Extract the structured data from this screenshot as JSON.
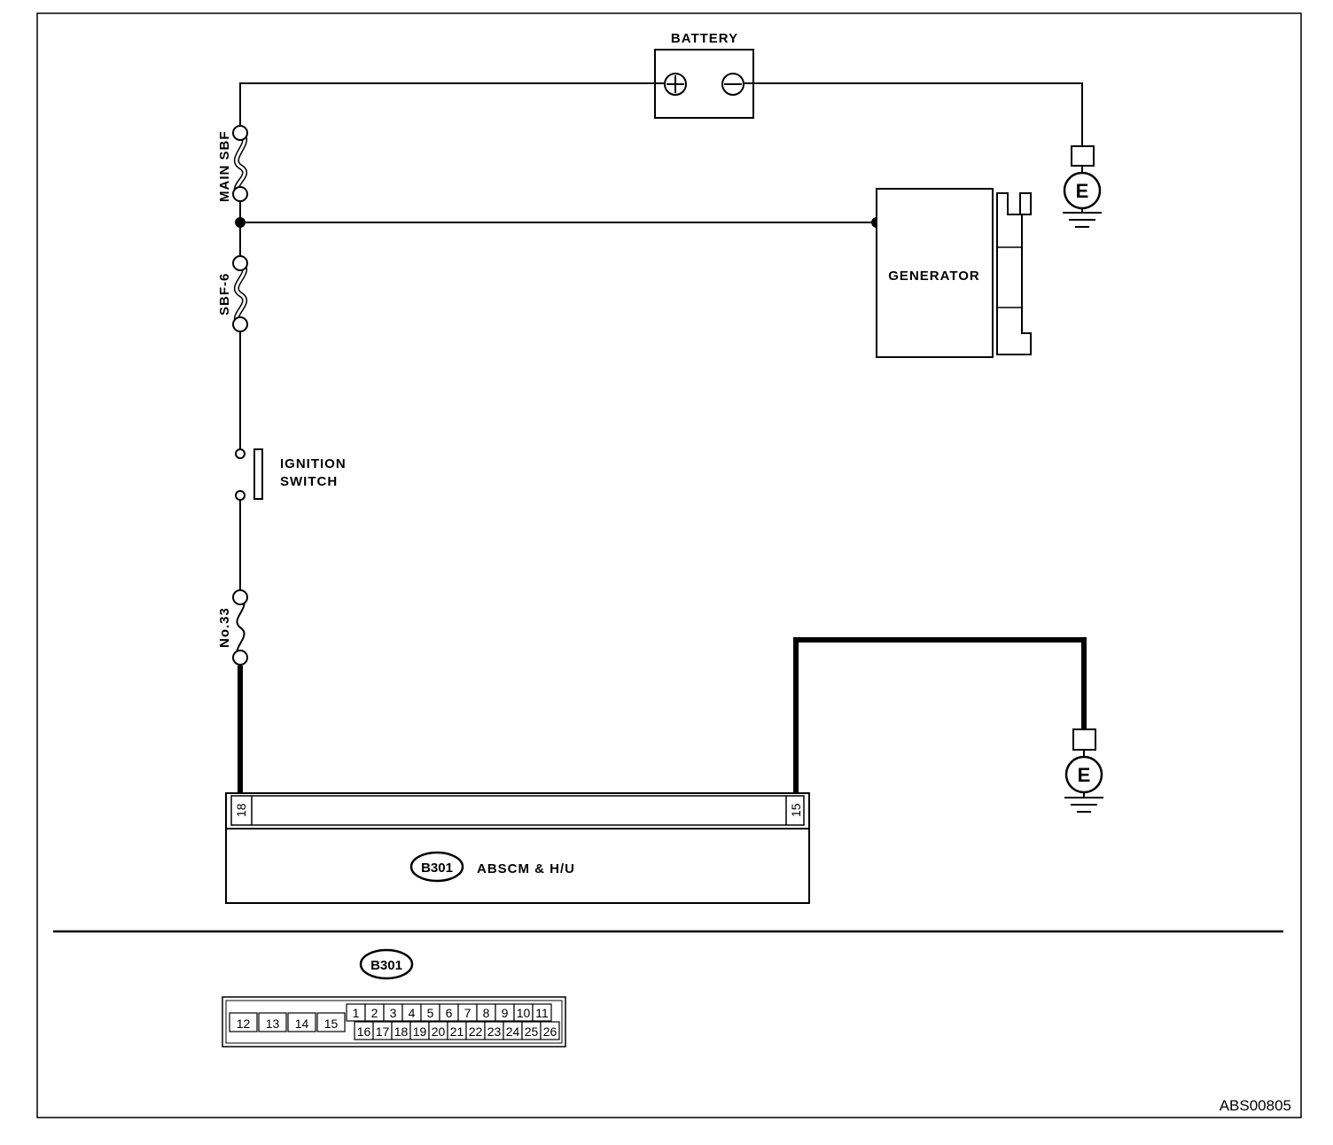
{
  "labels": {
    "battery": "BATTERY",
    "main_sbf": "MAIN SBF",
    "sbf6": "SBF-6",
    "generator": "GENERATOR",
    "ignition_line1": "IGNITION",
    "ignition_line2": "SWITCH",
    "fuse33": "No.33",
    "ground_symbol": "E",
    "pin_left": "18",
    "pin_right": "15",
    "connector_id": "B301",
    "module_name": "ABSCM & H/U",
    "figure_code": "ABS00805"
  },
  "connector_view": {
    "id": "B301",
    "left_pins": [
      "12",
      "13",
      "14",
      "15"
    ],
    "top_pins": [
      "1",
      "2",
      "3",
      "4",
      "5",
      "6",
      "7",
      "8",
      "9",
      "10",
      "11"
    ],
    "bottom_pins": [
      "16",
      "17",
      "18",
      "19",
      "20",
      "21",
      "22",
      "23",
      "24",
      "25",
      "26"
    ]
  }
}
